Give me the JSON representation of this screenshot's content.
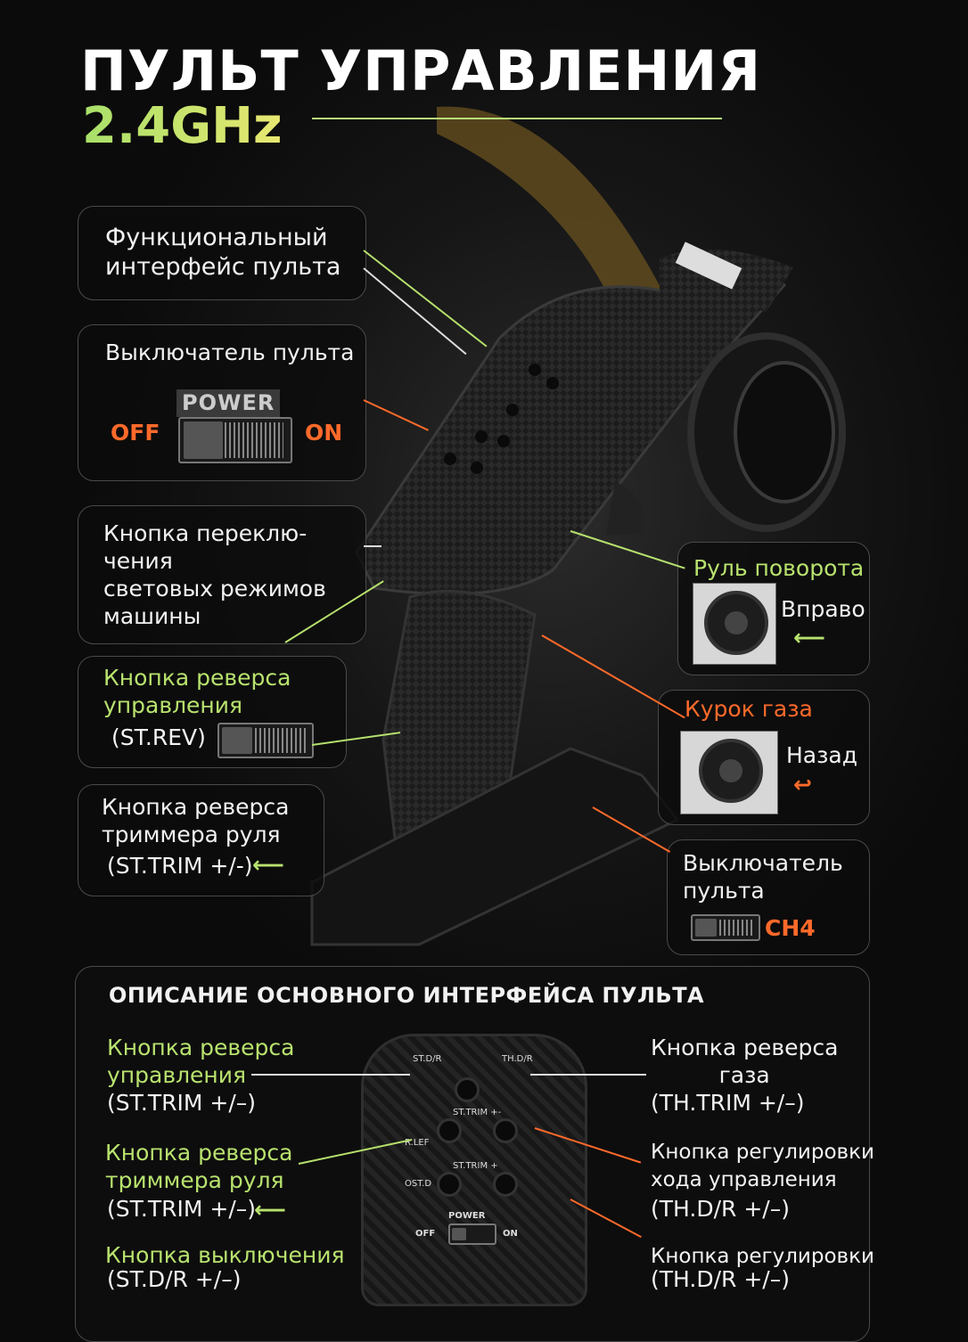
{
  "header": {
    "title": "ПУЛЬТ УПРАВЛЕНИЯ",
    "frequency": "2.4GHz"
  },
  "callouts": {
    "interface": "Функциональный\nинтерфейс пульта",
    "power_switch": {
      "title": "Выключатель пульта",
      "label": "POWER",
      "off": "OFF",
      "on": "ON"
    },
    "light_mode": "Кнопка переклю-\nчения\nсветовых режимов\nмашины",
    "st_rev": {
      "title": "Кнопка реверса\nуправления",
      "code": "(ST.REV)"
    },
    "st_trim": {
      "title": "Кнопка реверса\nтриммера руля",
      "code": "(ST.TRIM +/-)"
    },
    "steering": {
      "title": "Руль поворота",
      "dir": "Вправо"
    },
    "throttle": {
      "title": "Курок газа",
      "dir": "Назад"
    },
    "ch4": {
      "title": "Выключатель\nпульта",
      "code": "CH4"
    }
  },
  "panel": {
    "title": "ОПИСАНИЕ ОСНОВНОГО ИНТЕРФЕЙСА ПУЛЬТА",
    "left": [
      {
        "title": "Кнопка реверса\nуправления",
        "code": "(ST.TRIM +/–)"
      },
      {
        "title": "Кнопка реверса\nтриммера руля",
        "code": "(ST.TRIM +/–)"
      },
      {
        "title": "Кнопка выключения",
        "code": "(ST.D/R +/–)"
      }
    ],
    "right": [
      {
        "title": "Кнопка реверса\nгаза",
        "code": "(TH.TRIM +/–)"
      },
      {
        "title": "Кнопка регулировки\nхода управления",
        "code": "(TH.D/R +/–)"
      },
      {
        "title": "Кнопка регулировки",
        "code": "(TH.D/R +/–)"
      }
    ],
    "remote": {
      "st_dr": "ST.D/R",
      "th_dr": "TH.D/R",
      "st_trim_a": "ST.TRIM +-",
      "st_trim_b": "ST.TRIM +",
      "rlef": "R.LEF",
      "ostd": "OST.D",
      "power": "POWER",
      "off": "OFF",
      "on": "ON"
    }
  },
  "colors": {
    "green": "#b8e26e",
    "orange": "#ff6a2a",
    "text": "#f2f2f2"
  }
}
